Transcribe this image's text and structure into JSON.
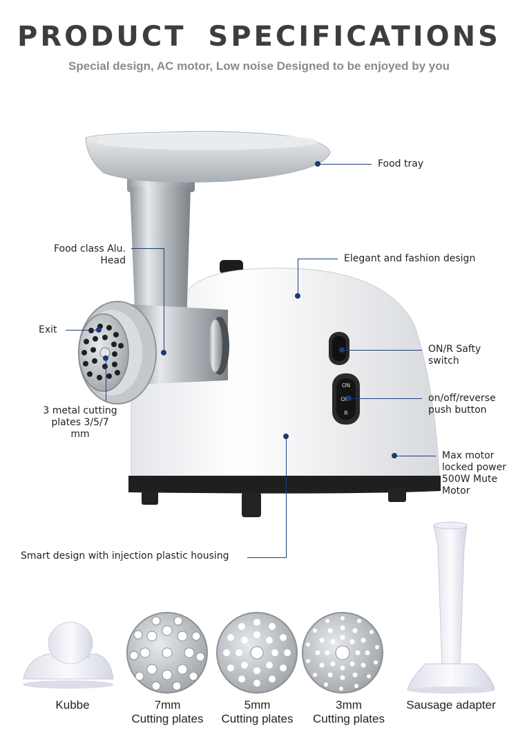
{
  "header": {
    "title": "PRODUCT SPECIFICATIONS",
    "subtitle": "Special design, AC motor, Low noise Designed to be enjoyed by you"
  },
  "callouts": {
    "food_tray": "Food tray",
    "head": "Food class Alu. Head",
    "elegant": "Elegant and fashion design",
    "exit": "Exit",
    "on_r": "ON/R Safty switch",
    "push": "on/off/reverse push button",
    "plates": "3 metal cutting plates 3/5/7 mm",
    "motor": "Max motor locked power 500W Mute Motor",
    "housing": "Smart design with injection plastic housing"
  },
  "switch_labels": {
    "top": "ON",
    "mid": "OFF",
    "bottom": "R"
  },
  "accessories": [
    {
      "name": "Kubbe"
    },
    {
      "size": "7mm",
      "name": "Cutting plates"
    },
    {
      "size": "5mm",
      "name": "Cutting plates"
    },
    {
      "size": "3mm",
      "name": "Cutting plates"
    },
    {
      "name": "Sausage adapter"
    }
  ],
  "colors": {
    "accent": "#1d3a78",
    "title": "#3d3d3d",
    "subtitle": "#8a8a8a"
  }
}
